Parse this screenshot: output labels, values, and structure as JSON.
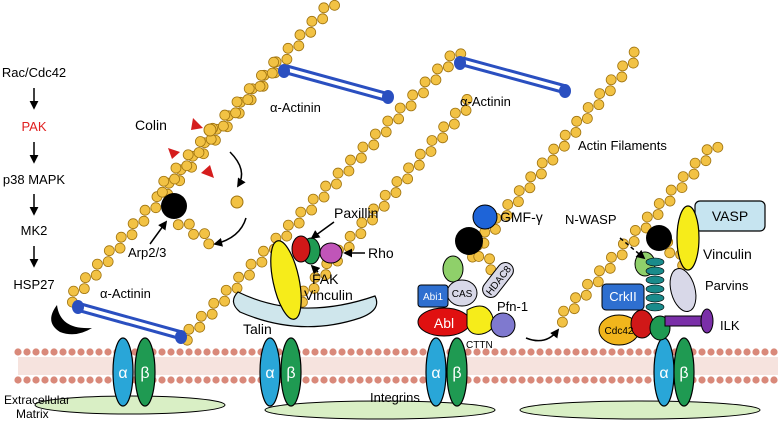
{
  "pathway": {
    "rac": "Rac/Cdc42",
    "pak": "PAK",
    "p38": "p38 MAPK",
    "mk2": "MK2",
    "hsp27": "HSP27"
  },
  "labels": {
    "colin": "Colin",
    "arp23": "Arp2/3",
    "alpha_actinin_1": "α-Actinin",
    "alpha_actinin_2": "α-Actinin",
    "alpha_actinin_3": "α-Actinin",
    "actin_filaments": "Actin Filaments",
    "paxillin": "Paxillin",
    "rho": "Rho",
    "fak": "FAK",
    "vinculin_1": "Vinculin",
    "talin": "Talin",
    "gmf": "GMF-γ",
    "abi1": "Abi1",
    "cas": "CAS",
    "hdac8": "HDAC8",
    "abl": "Abl",
    "pfn1": "Pfn-1",
    "cttn": "CTTN",
    "nwasp": "N-WASP",
    "vasp": "VASP",
    "vinculin_2": "Vinculin",
    "parvins": "Parvins",
    "crkii": "CrkII",
    "cdc42": "Cdc42",
    "ilk": "ILK",
    "integrins": "Integrins",
    "ecm_1": "Extracellular",
    "ecm_2": "Matrix",
    "alpha": "α",
    "beta": "β"
  },
  "colors": {
    "actin": "#f2c244",
    "actin_outline": "#a07410",
    "actinin": "#2a4fc0",
    "membrane": "#d9897a",
    "alpha_integrin": "#29a6d8",
    "beta_integrin": "#1f9a52",
    "ecm": "#d9efc5",
    "pak_red": "#e02020",
    "abl_red": "#e01010",
    "vasp_fill": "#c6e4f0",
    "talin_fill": "#cfe6ec",
    "paxillin": "#d01818",
    "rho": "#c055b8",
    "gmf": "#1e64d8",
    "crkii": "#2e6fd0",
    "cdc42": "#f1b51c",
    "ilk": "#7a2fa8",
    "pfn": "#7f79cf",
    "yellow": "#f6ec1a",
    "grey_ellipse": "#d8d8e8"
  }
}
